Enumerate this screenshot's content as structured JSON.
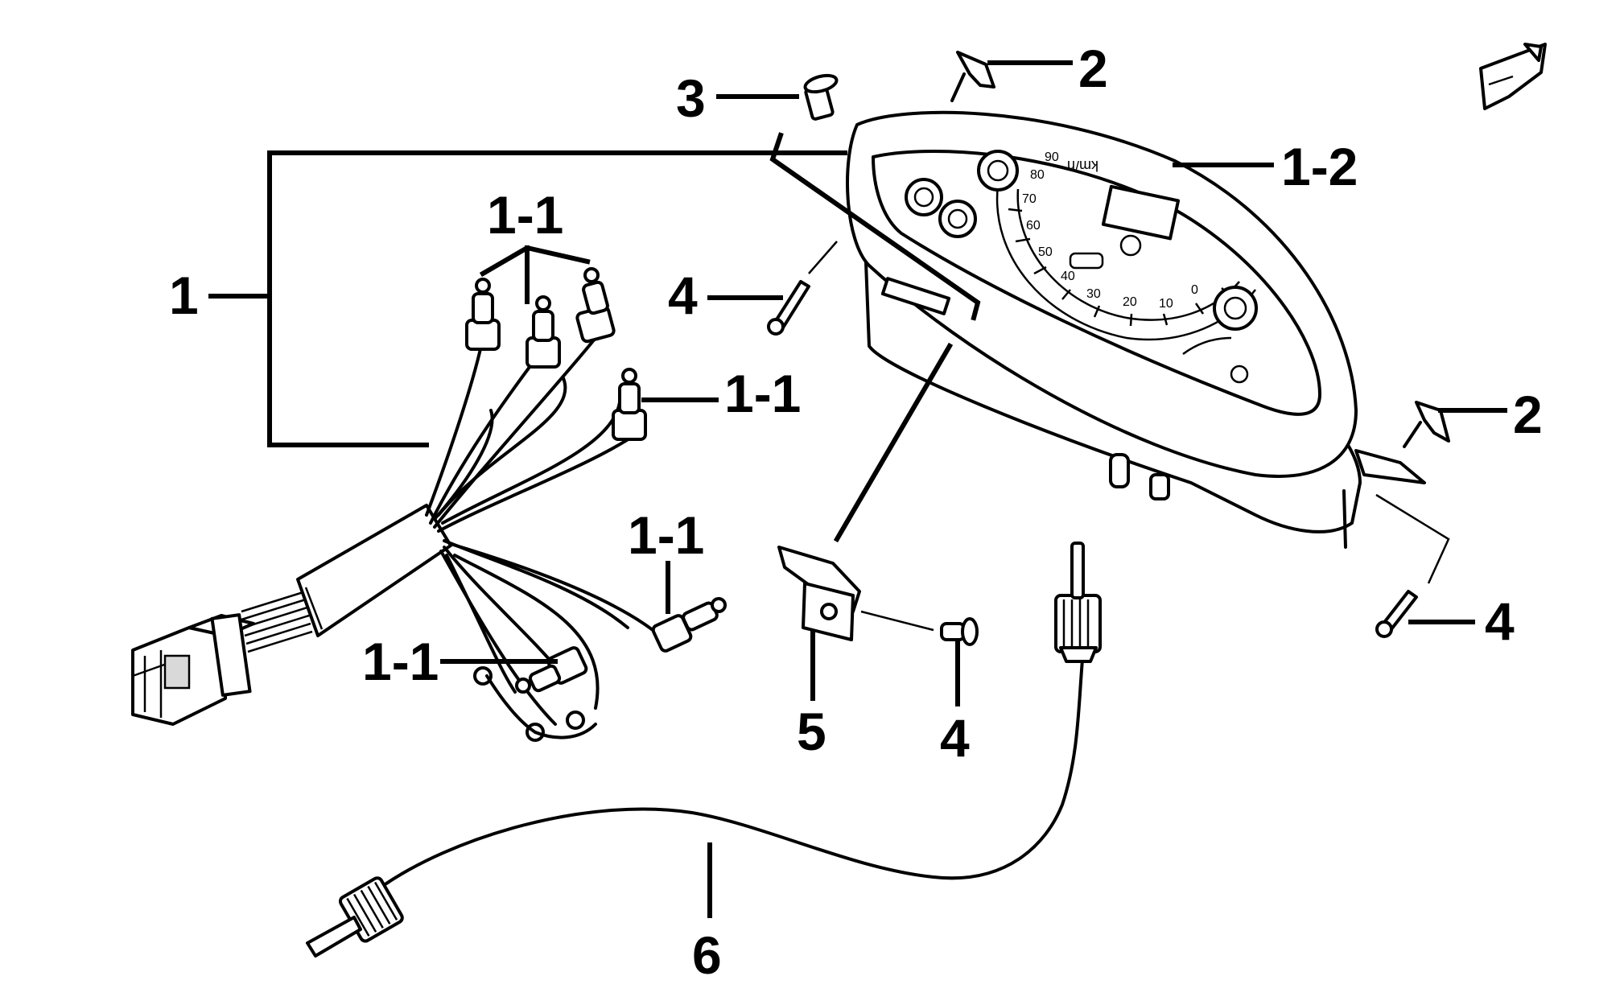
{
  "callouts": [
    {
      "id": "c1",
      "text": "1"
    },
    {
      "id": "c11a",
      "text": "1-1"
    },
    {
      "id": "c11b",
      "text": "1-1"
    },
    {
      "id": "c11c",
      "text": "1-1"
    },
    {
      "id": "c11d",
      "text": "1-1"
    },
    {
      "id": "c12",
      "text": "1-2"
    },
    {
      "id": "c2a",
      "text": "2"
    },
    {
      "id": "c2b",
      "text": "2"
    },
    {
      "id": "c3",
      "text": "3"
    },
    {
      "id": "c4a",
      "text": "4"
    },
    {
      "id": "c4b",
      "text": "4"
    },
    {
      "id": "c4c",
      "text": "4"
    },
    {
      "id": "c5",
      "text": "5"
    },
    {
      "id": "c6",
      "text": "6"
    }
  ],
  "gauge": {
    "unit": "km/h",
    "ticks": [
      "0",
      "10",
      "20",
      "30",
      "40",
      "50",
      "60",
      "70",
      "80",
      "90"
    ]
  }
}
